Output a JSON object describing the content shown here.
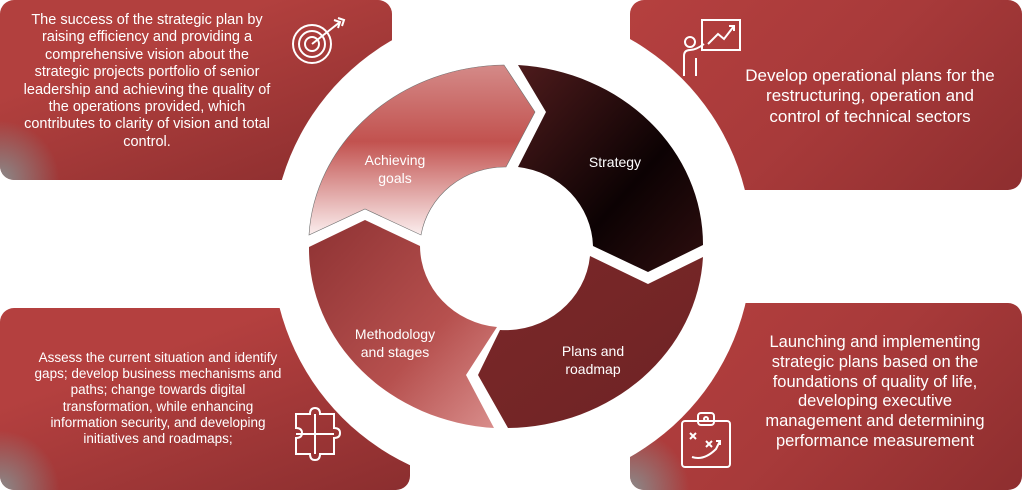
{
  "boxes": {
    "top_left": "The success of the strategic plan by raising efficiency and providing a comprehensive vision about the strategic projects portfolio of senior leadership and achieving the quality of the operations provided, which contributes to clarity of vision and total control.",
    "top_right": "Develop operational plans for the restructuring, operation and control of technical sectors",
    "bottom_left": "Assess the current situation and identify gaps; develop business mechanisms and paths; change towards digital transformation, while enhancing information security, and developing initiatives and roadmaps;",
    "bottom_right": "Launching and implementing strategic plans based on the foundations of quality of life, developing executive management and determining performance measurement"
  },
  "cycle": {
    "achieving_goals": "Achieving goals",
    "strategy": "Strategy",
    "plans_roadmap": "Plans and roadmap",
    "methodology": "Methodology and stages"
  },
  "icons": [
    "target-arrow-icon",
    "presenter-chart-icon",
    "puzzle-icon",
    "strategy-board-icon"
  ]
}
